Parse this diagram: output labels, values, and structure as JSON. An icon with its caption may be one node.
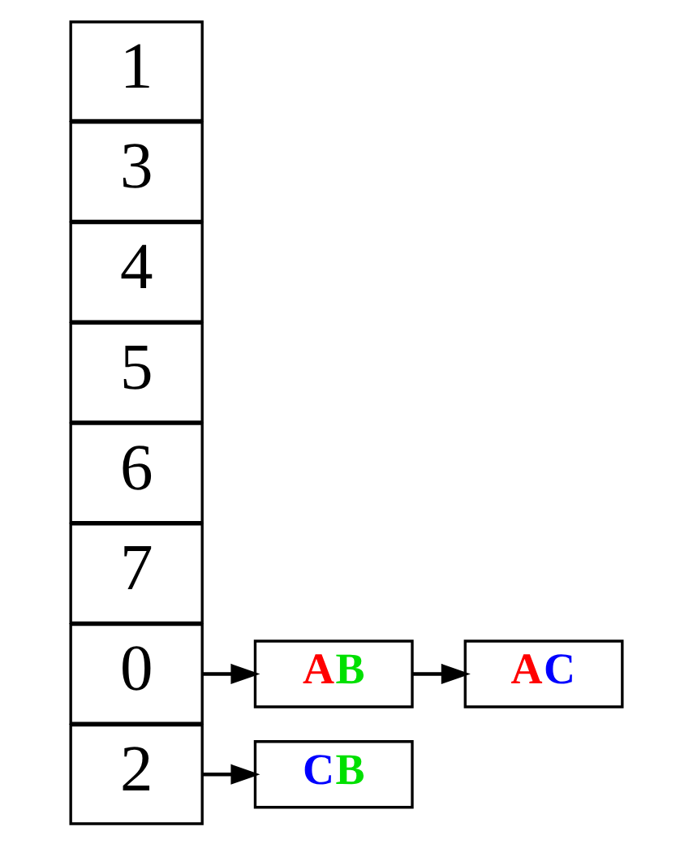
{
  "diagram": {
    "nodes": [
      {
        "text": [
          "7"
        ]
      },
      {
        "text": [
          "6"
        ]
      },
      {
        "text": [
          "5"
        ]
      },
      {
        "text": [
          "4"
        ]
      },
      {
        "text": [
          "3"
        ]
      },
      {
        "text": [
          "2"
        ]
      },
      {
        "text": [
          "1"
        ]
      },
      {
        "text": [
          "0"
        ]
      },
      {
        "text": [
          "CB"
        ]
      },
      {
        "text": [
          "AB"
        ]
      },
      {
        "text": [
          "AC"
        ]
      }
    ],
    "edges": [
      {
        "from": 5,
        "to": 8,
        "arrow": "to"
      },
      {
        "from": 7,
        "to": 9,
        "arrow": "to"
      },
      {
        "from": 9,
        "to": 10,
        "arrow": "to"
      }
    ]
  }
}
